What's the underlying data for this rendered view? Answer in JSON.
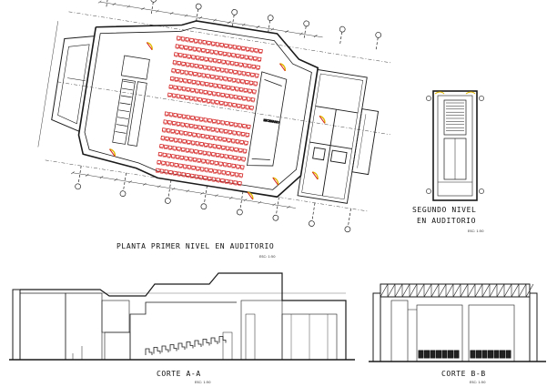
{
  "drawings": {
    "plan_main": {
      "title": "PLANTA PRIMER NIVEL EN  AUDITORIO",
      "scale": "ESC: 1:50"
    },
    "plan_second": {
      "title_line1": "SEGUNDO NIVEL",
      "title_line2": "EN AUDITORIO",
      "scale": "ESC: 1:50"
    },
    "section_a": {
      "title": "CORTE A-A",
      "scale": "ESC: 1:50"
    },
    "section_b": {
      "title": "CORTE B-B",
      "scale": "ESC: 1:50"
    }
  },
  "colors": {
    "linework": "#1a1a1a",
    "seating": "#d42020",
    "door_swing": "#e2b800",
    "door_mark": "#d42020",
    "background": "#ffffff"
  }
}
